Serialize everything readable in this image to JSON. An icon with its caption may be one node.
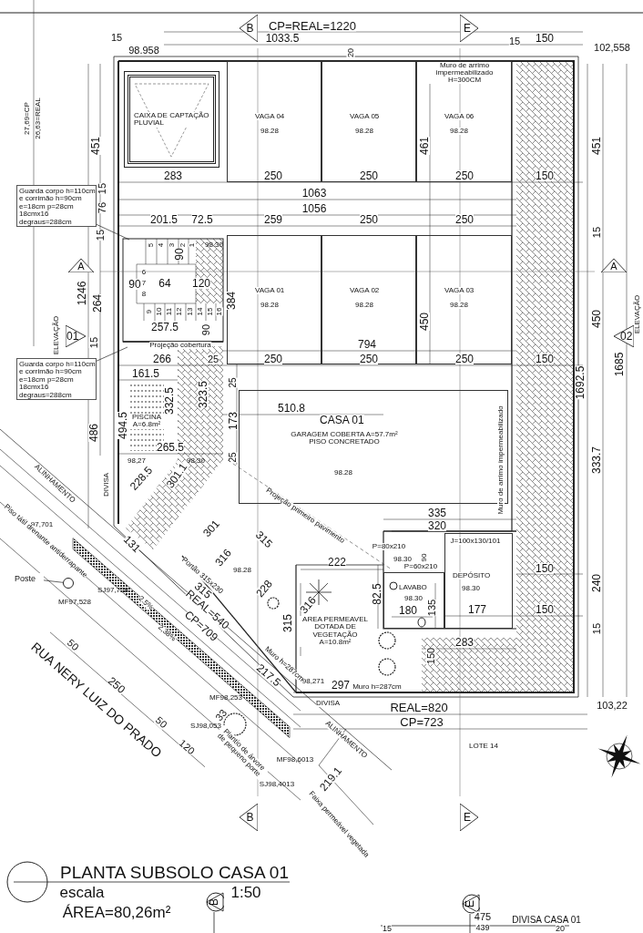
{
  "diagram": {
    "title": "PLANTA SUBSOLO CASA 01",
    "nodes": [
      {
        "text": [
          "CAIXA DE CAPTAÇÃO PLUVIAL"
        ]
      },
      {
        "text": [
          "VAGA 04",
          "98.28"
        ]
      },
      {
        "text": [
          "VAGA 05",
          "98.28"
        ]
      },
      {
        "text": [
          "VAGA 06",
          "98.28"
        ]
      },
      {
        "text": [
          "VAGA 01",
          "98.28"
        ]
      },
      {
        "text": [
          "VAGA 02",
          "98.28"
        ]
      },
      {
        "text": [
          "VAGA 03",
          "98.28"
        ]
      },
      {
        "text": [
          "PISCINA A=6.8m²"
        ]
      },
      {
        "text": [
          "CASA 01",
          "GARAGEM COBERTA A=57.7m² PISO CONCRETADO",
          "98.28"
        ]
      },
      {
        "text": [
          "LAVABO",
          "98.30"
        ]
      },
      {
        "text": [
          "DEPÓSITO",
          "98.30"
        ]
      },
      {
        "text": [
          "AREA PERMEAVEL DOTADA DE VEGETAÇÃO A=10.8m²"
        ]
      },
      {
        "text": [
          "Guarda corpo h=110cm e corrimão h=90cm e=18cm p=28cm 18cmx16 degraus=288cm"
        ]
      },
      {
        "text": [
          "Guarda corpo h=110cm e corrimão h=90cm e=18cm p=28cm 18cmx16 degraus=288cm"
        ]
      },
      {
        "text": [
          "Poste"
        ]
      },
      {
        "text": [],
        "shape": "circle"
      },
      {
        "text": [
          "B"
        ]
      },
      {
        "text": [
          "E"
        ]
      },
      {
        "text": [
          "A"
        ]
      },
      {
        "text": [
          "A"
        ]
      },
      {
        "text": [
          "01"
        ]
      },
      {
        "text": [
          "02"
        ]
      },
      {
        "text": [
          "B"
        ]
      },
      {
        "text": [
          "E"
        ]
      },
      {
        "text": [
          "B"
        ]
      },
      {
        "text": [
          "E"
        ]
      }
    ],
    "edges": [
      {
        "from": 12,
        "to": null,
        "arrow": "none"
      },
      {
        "from": 13,
        "to": null,
        "arrow": "none"
      },
      {
        "from": 14,
        "to": 15,
        "arrow": "none"
      }
    ],
    "labels": [
      "CP=REAL=1220",
      "15",
      "1033.5",
      "98.958",
      "20",
      "15",
      "150",
      "102,558",
      "27,69=CP",
      "26,63=REAL",
      "Muro de arrimo impermeabilizado H=300CM",
      "451",
      "15",
      "76",
      "15",
      "283",
      "250",
      "250",
      "250",
      "150",
      "461",
      "1063",
      "1056",
      "201.5",
      "72.5",
      "259",
      "250",
      "250",
      "451",
      "15",
      "5",
      "4",
      "3",
      "2",
      "1",
      "6",
      "7",
      "8",
      "9",
      "10",
      "11",
      "12",
      "13",
      "14",
      "15",
      "16",
      "98.30",
      "90",
      "90",
      "64",
      "120",
      "257.5",
      "90",
      "384",
      "1246",
      "264",
      "15",
      "ELEVAÇÃO",
      "ELEVAÇÃO",
      "450",
      "450",
      "Projeção cobertura",
      "794",
      "266",
      "25",
      "250",
      "250",
      "250",
      "150",
      "161.5",
      "1692.5",
      "1685",
      "25",
      "332.5",
      "323.5",
      "510.8",
      "173",
      "494.5",
      "486",
      "265.5",
      "25",
      "98,27",
      "98,30",
      "333.7",
      "DIVISA",
      "ALINHAMENTO",
      "228.5",
      "301.1",
      "Projeção primeiro pavimento",
      "Muro de arrimo impermeabilizado",
      "335",
      "320",
      "97,701",
      "Piso tátil drenante antiderrapante",
      "131",
      "301",
      "315",
      "P=80x210",
      "J=100x130/101",
      "90",
      "316",
      "98.28",
      "222",
      "98.30",
      "P=60x210",
      "Portão 315x230",
      "SJ97,728",
      "MF97,528",
      "315",
      "228",
      "82.5",
      "150",
      "240",
      "REAL=540",
      "CP=709",
      "2.5%",
      "2,38%",
      "180",
      "135",
      "177",
      "150",
      "15",
      "315",
      "316",
      "283",
      "150",
      "50",
      "250",
      "50",
      "120",
      "RUA NERY LUIZ DO PRADO",
      "Muro h=287cm",
      "217.5",
      "98,271",
      "297",
      "Muro h=287cm",
      "103,22",
      "MF98,253",
      "33",
      "SJ98,053",
      "DIVISA",
      "REAL=820",
      "CP=723",
      "Plantio de árvore de pequeno porte",
      "LOTE 14",
      "ALINHAMENTO",
      "MF98,6013",
      "SJ98,4013",
      "219.1",
      "Faixa permeável vegetada",
      "escala",
      "1:50",
      "ÁREA=80,26m²",
      "475",
      "439",
      "DIVISA CASA 01",
      "15",
      "20"
    ]
  }
}
